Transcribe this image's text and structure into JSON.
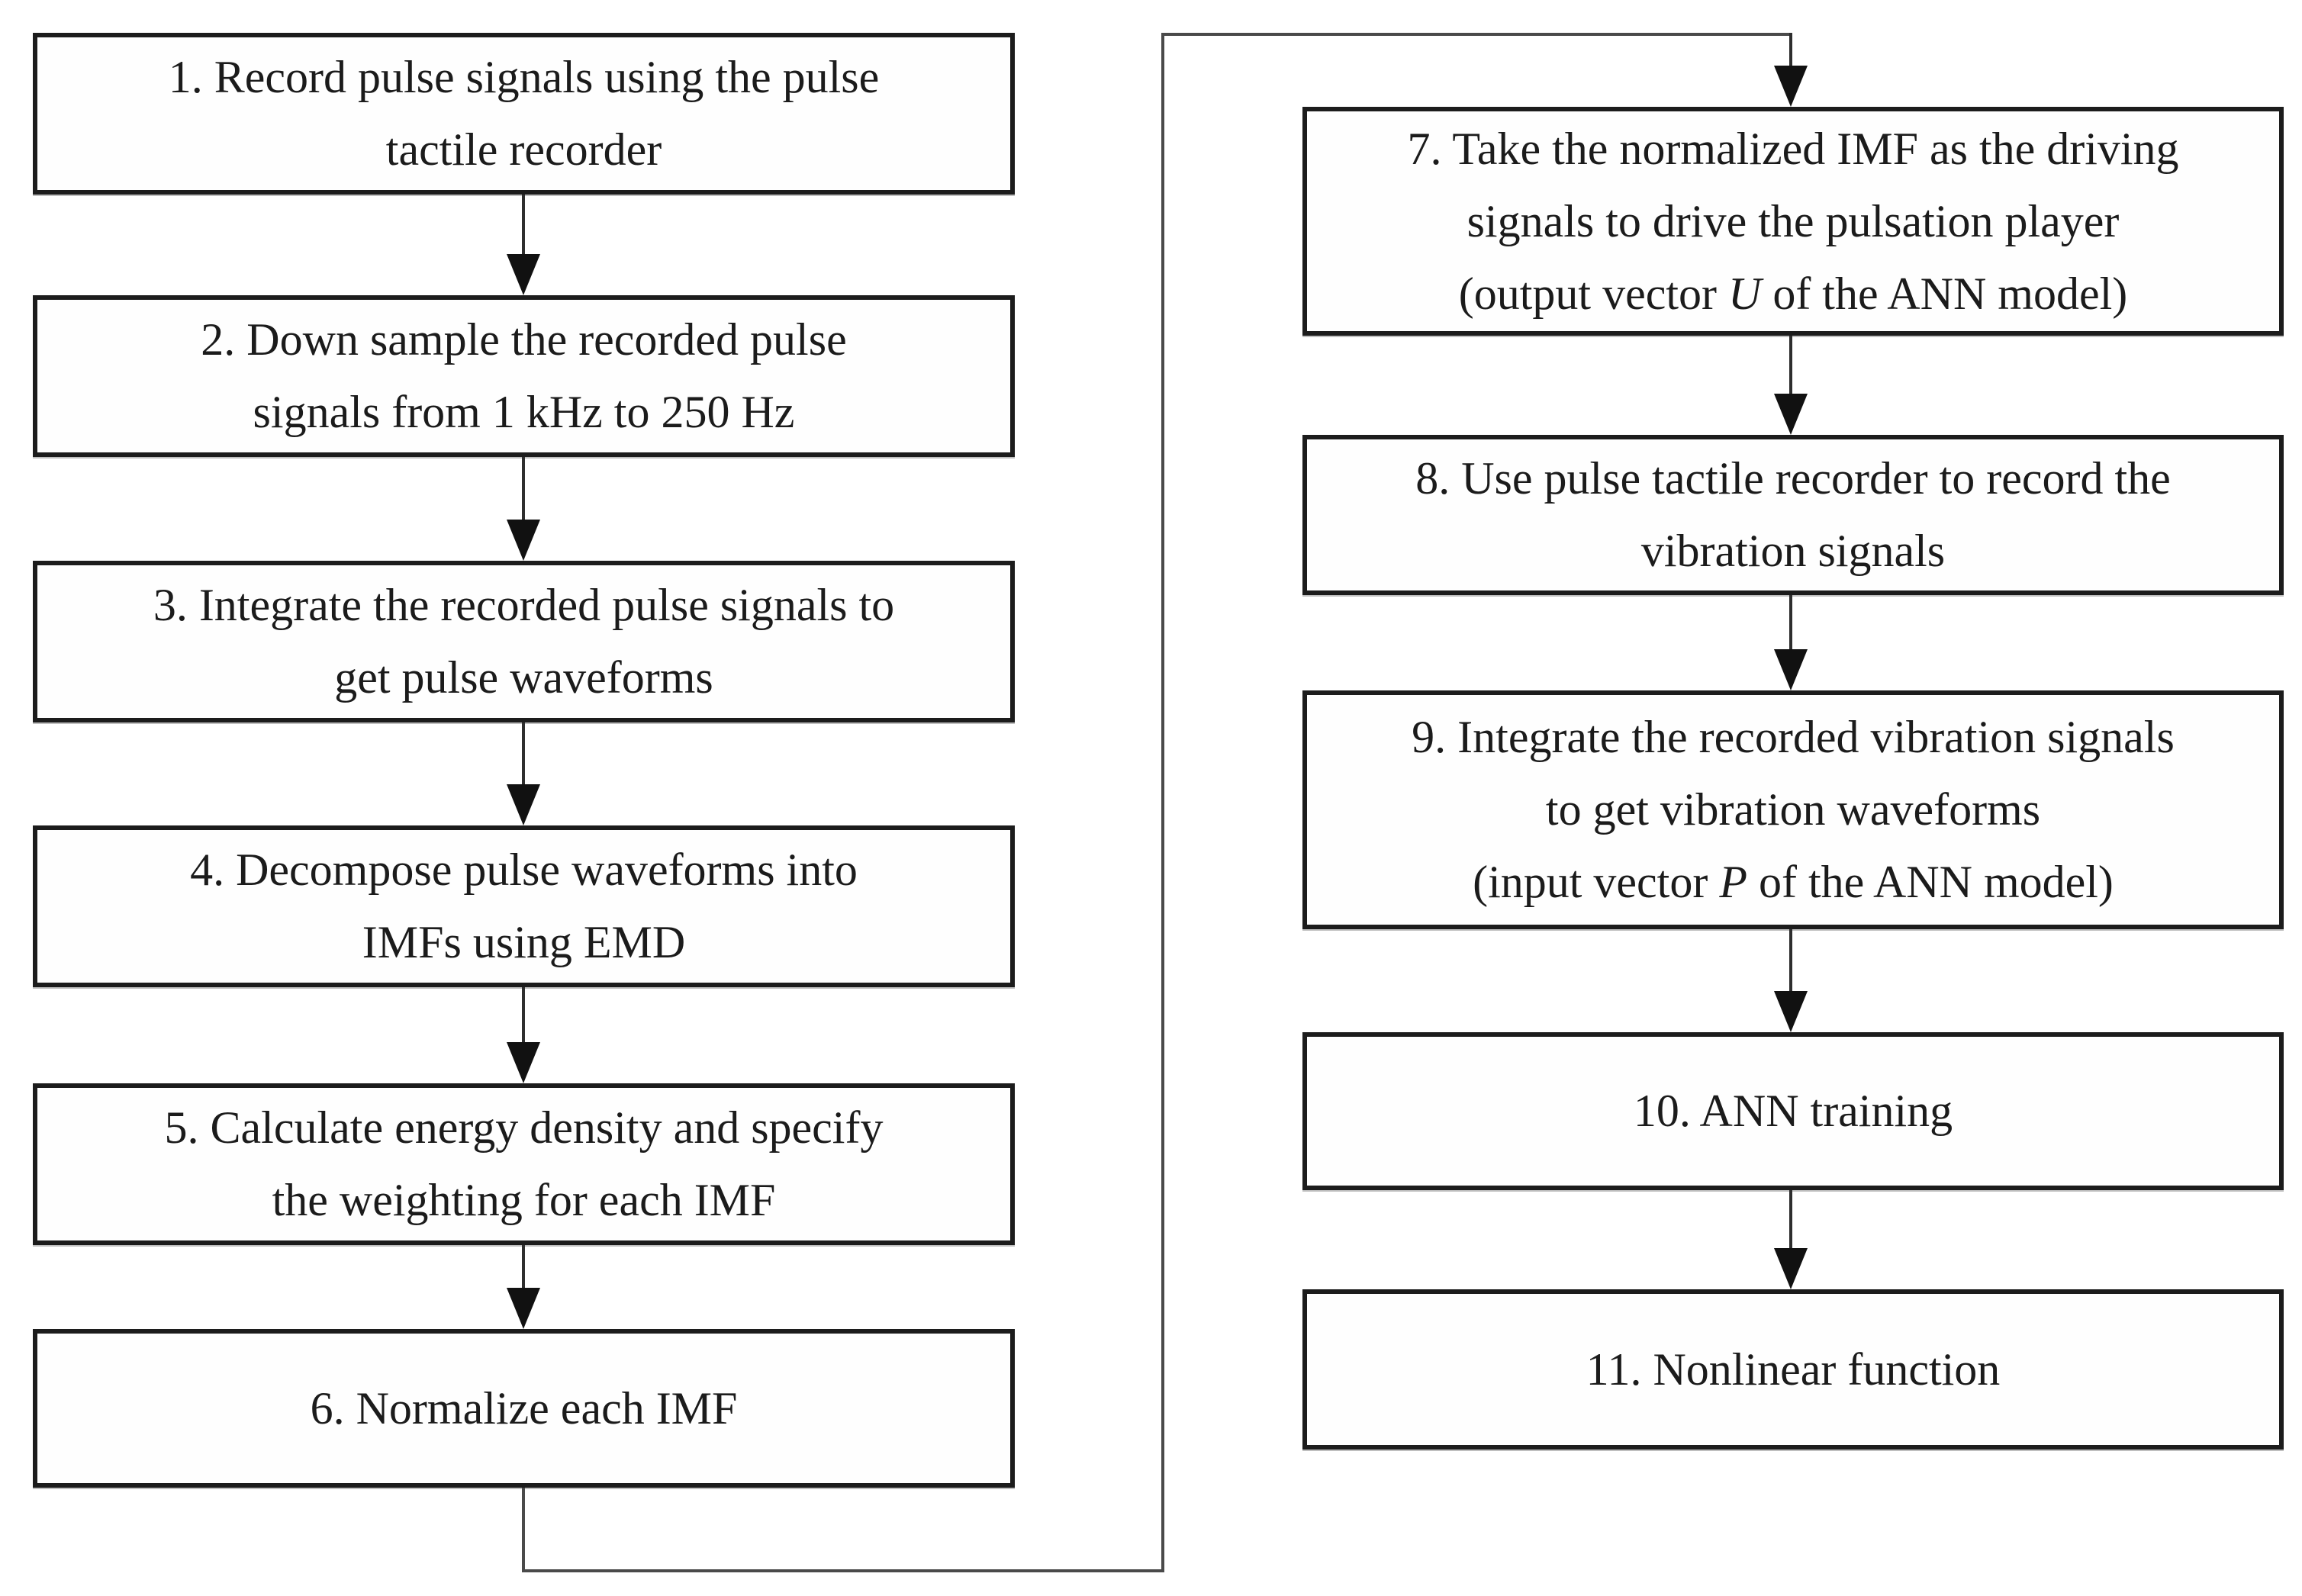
{
  "diagram_type": "flowchart",
  "colors": {
    "background": "#ffffff",
    "box_border": "#1c1c1c",
    "box_fill": "#fefefe",
    "text": "#1b1b1b",
    "connector_line": "#4a4a4a",
    "arrow": "#111111"
  },
  "boxes": [
    {
      "id": "step-1",
      "lines": [
        [
          {
            "text": "1. Record pulse signals using the pulse"
          }
        ],
        [
          {
            "text": "tactile recorder"
          }
        ]
      ]
    },
    {
      "id": "step-2",
      "lines": [
        [
          {
            "text": "2. Down sample the recorded pulse"
          }
        ],
        [
          {
            "text": "signals from 1 kHz to 250 Hz"
          }
        ]
      ]
    },
    {
      "id": "step-3",
      "lines": [
        [
          {
            "text": "3. Integrate the recorded pulse signals to"
          }
        ],
        [
          {
            "text": "get pulse waveforms"
          }
        ]
      ]
    },
    {
      "id": "step-4",
      "lines": [
        [
          {
            "text": "4. Decompose pulse waveforms into"
          }
        ],
        [
          {
            "text": "IMFs using EMD"
          }
        ]
      ]
    },
    {
      "id": "step-5",
      "lines": [
        [
          {
            "text": "5. Calculate energy density and specify"
          }
        ],
        [
          {
            "text": "the weighting for each IMF"
          }
        ]
      ]
    },
    {
      "id": "step-6",
      "lines": [
        [
          {
            "text": "6. Normalize each IMF"
          }
        ]
      ]
    },
    {
      "id": "step-7",
      "lines": [
        [
          {
            "text": "7. Take the normalized IMF as the driving"
          }
        ],
        [
          {
            "text": "signals to drive the pulsation player"
          }
        ],
        [
          {
            "text": "(output vector "
          },
          {
            "text": "U",
            "italic": true
          },
          {
            "text": " of the ANN model)"
          }
        ]
      ]
    },
    {
      "id": "step-8",
      "lines": [
        [
          {
            "text": "8. Use pulse tactile recorder to record the"
          }
        ],
        [
          {
            "text": "vibration signals"
          }
        ]
      ]
    },
    {
      "id": "step-9",
      "lines": [
        [
          {
            "text": "9. Integrate the recorded vibration signals"
          }
        ],
        [
          {
            "text": "to get vibration waveforms"
          }
        ],
        [
          {
            "text": "(input vector "
          },
          {
            "text": "P",
            "italic": true
          },
          {
            "text": " of the ANN model)"
          }
        ]
      ]
    },
    {
      "id": "step-10",
      "lines": [
        [
          {
            "text": "10. ANN training"
          }
        ]
      ]
    },
    {
      "id": "step-11",
      "lines": [
        [
          {
            "text": "11. Nonlinear function"
          }
        ]
      ]
    }
  ],
  "edges": [
    {
      "from": "step-1",
      "to": "step-2",
      "type": "straight-down"
    },
    {
      "from": "step-2",
      "to": "step-3",
      "type": "straight-down"
    },
    {
      "from": "step-3",
      "to": "step-4",
      "type": "straight-down"
    },
    {
      "from": "step-4",
      "to": "step-5",
      "type": "straight-down"
    },
    {
      "from": "step-5",
      "to": "step-6",
      "type": "straight-down"
    },
    {
      "from": "step-6",
      "to": "step-7",
      "type": "elbow-down-right-up-right-down"
    },
    {
      "from": "step-7",
      "to": "step-8",
      "type": "straight-down"
    },
    {
      "from": "step-8",
      "to": "step-9",
      "type": "straight-down"
    },
    {
      "from": "step-9",
      "to": "step-10",
      "type": "straight-down"
    },
    {
      "from": "step-10",
      "to": "step-11",
      "type": "straight-down"
    }
  ]
}
